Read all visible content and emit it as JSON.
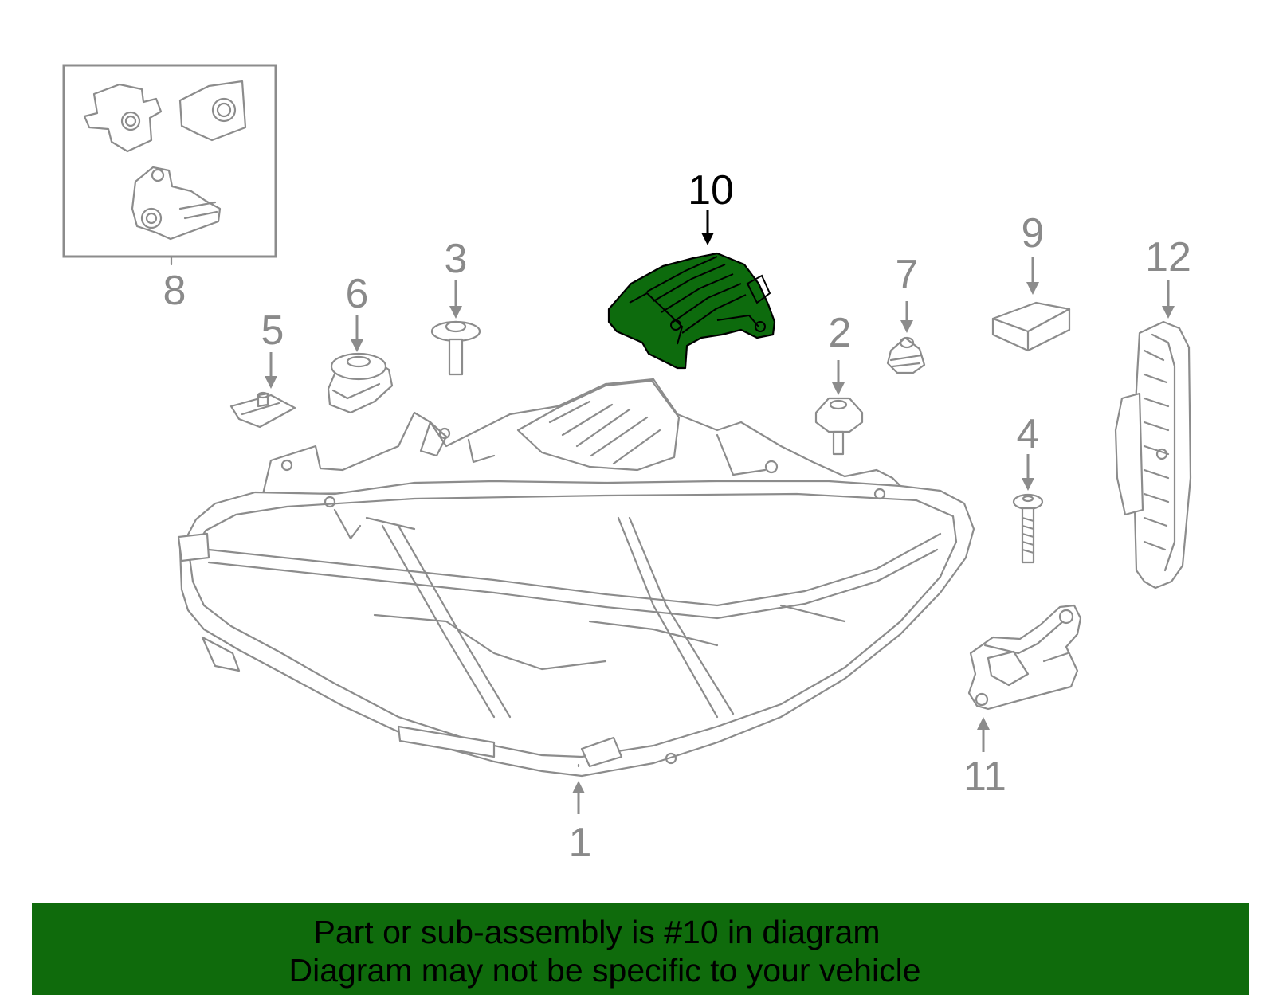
{
  "callouts": {
    "c1": "1",
    "c2": "2",
    "c3": "3",
    "c4": "4",
    "c5": "5",
    "c6": "6",
    "c7": "7",
    "c8": "8",
    "c9": "9",
    "c10": "10",
    "c11": "11",
    "c12": "12"
  },
  "highlighted_part": "10",
  "colors": {
    "highlight": "#0d6b0d",
    "banner": "#0f6b0c",
    "line_art": "#8c8c8c"
  },
  "banner": {
    "line1": "Part or sub-assembly is #10 in diagram",
    "line2": "Diagram may not be specific to your vehicle"
  }
}
